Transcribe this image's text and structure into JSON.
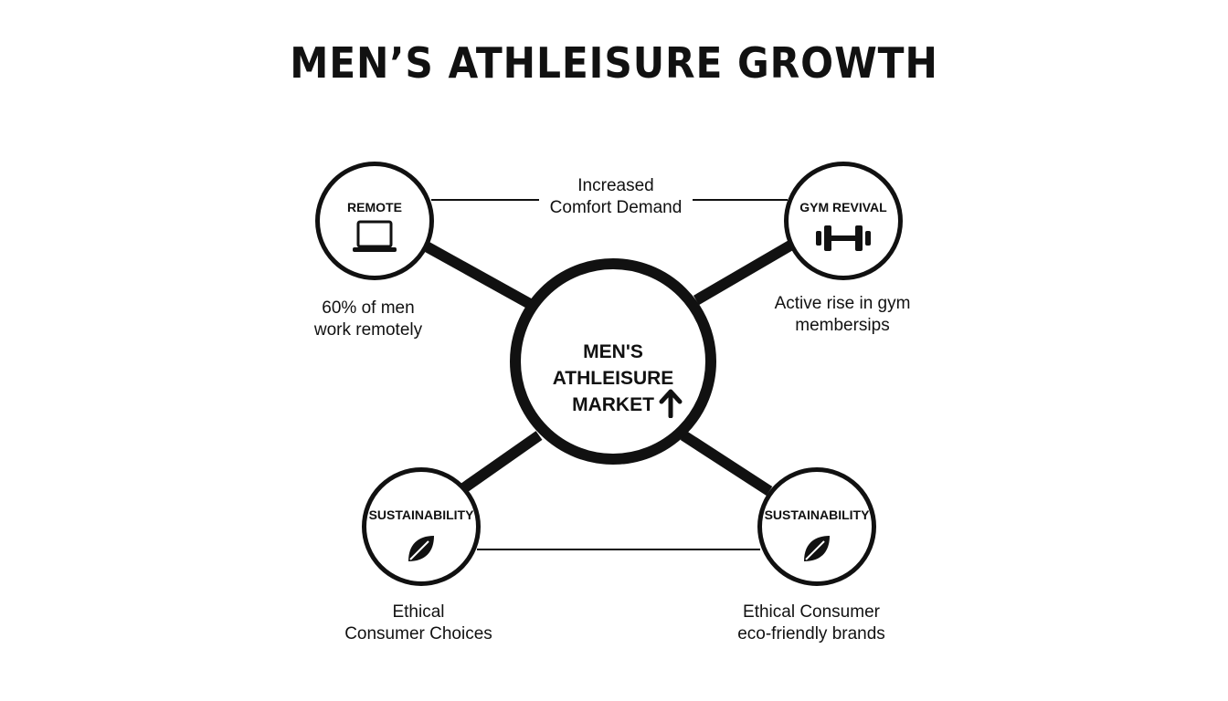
{
  "title": "MEN’S ATHLEISURE GROWTH",
  "center": {
    "line1": "MEN'S ATHLEISURE",
    "line2": "MARKET",
    "icon": "up-arrow-icon"
  },
  "nodes": [
    {
      "id": "remote",
      "label": "REMOTE",
      "icon": "laptop-icon"
    },
    {
      "id": "gym",
      "label": "GYM REVIVAL",
      "icon": "dumbbell-icon"
    },
    {
      "id": "sustain-left",
      "label": "SUSTAINABILITY",
      "icon": "leaf-icon"
    },
    {
      "id": "sustain-right",
      "label": "SUSTAINABILITY",
      "icon": "leaf-icon"
    }
  ],
  "captions": {
    "top": [
      "Increased",
      "Comfort Demand"
    ],
    "remote": [
      "60% of men",
      "work remotely"
    ],
    "gym": [
      "Active rise in gym",
      "membersips"
    ],
    "sustain_left": [
      "Ethical",
      "Consumer Choices"
    ],
    "sustain_right": [
      "Ethical Consumer",
      "eco-friendly brands"
    ]
  },
  "colors": {
    "ink": "#111111",
    "background": "#ffffff"
  }
}
